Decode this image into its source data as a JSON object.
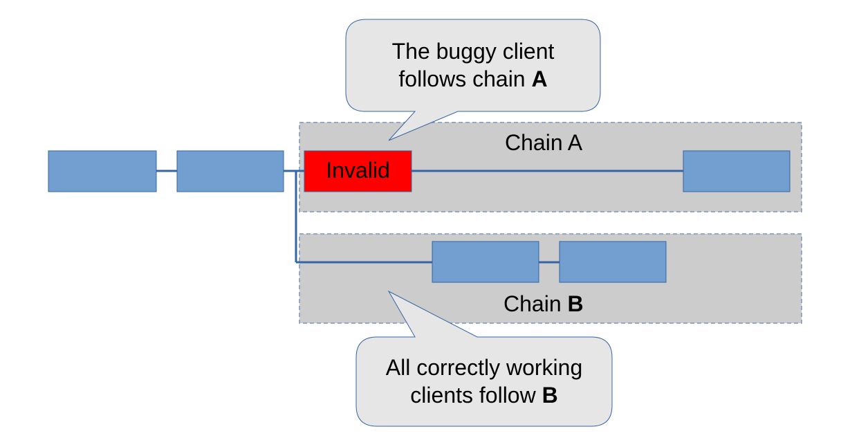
{
  "diagram": {
    "colors": {
      "block_fill": "#729fcf",
      "block_stroke": "#3465a4",
      "invalid_fill": "#ff0000",
      "chain_region_fill": "#cccccc",
      "chain_region_stroke": "#7a94b8",
      "connector": "#3465a4",
      "bubble_fill": "#e6e6e6",
      "bubble_stroke": "#3465a4"
    },
    "invalid_block": {
      "label": "Invalid"
    },
    "chain_a": {
      "label": "Chain A"
    },
    "chain_b": {
      "label_prefix": "Chain ",
      "label_bold": "B"
    },
    "callout_buggy": {
      "line1": "The buggy client",
      "line2_prefix": "follows chain ",
      "line2_bold": "A"
    },
    "callout_correct": {
      "line1": "All correctly working",
      "line2_prefix": "clients follow ",
      "line2_bold": "B"
    }
  }
}
